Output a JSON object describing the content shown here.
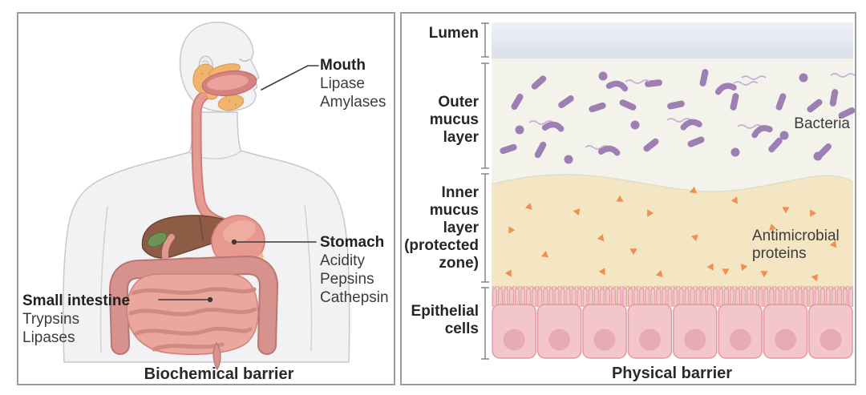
{
  "left_panel": {
    "caption": "Biochemical barrier",
    "labels": {
      "mouth": {
        "title": "Mouth",
        "items": [
          "Lipase",
          "Amylases"
        ]
      },
      "stomach": {
        "title": "Stomach",
        "items": [
          "Acidity",
          "Pepsins",
          "Cathepsin"
        ]
      },
      "small_intestine": {
        "title": "Small intestine",
        "items": [
          "Trypsins",
          "Lipases"
        ]
      }
    }
  },
  "right_panel": {
    "caption": "Physical barrier",
    "layers": {
      "lumen": "Lumen",
      "outer_mucus": "Outer\nmucus\nlayer",
      "inner_mucus": "Inner\nmucus\nlayer\n(protected\nzone)",
      "epithelial": "Epithelial\ncells"
    },
    "annotations": {
      "bacteria": "Bacteria",
      "antimicrobial": "Antimicrobial\nproteins"
    }
  },
  "colors": {
    "panel_border": "#9b9b9b",
    "bacteria": "#9d7fb3",
    "bacteria_flagellum": "#c5b0d6",
    "antimicrobial_protein": "#ef9051",
    "lumen_gradient_top": "#eef1f6",
    "lumen_gradient_bottom": "#dbe0ea",
    "outer_mucus_bg": "#f3f3eb",
    "inner_mucus_bg": "#f4e6c3",
    "epithelial_cell_fill": "#f3c6ca",
    "epithelial_cell_stroke": "#e09aa4",
    "epithelial_nucleus": "#e7abb4",
    "liver": "#8e5b45",
    "stomach": "#e8998f",
    "intestine": "#d8928d",
    "salivary_gland": "#f0b46e",
    "gallbladder": "#6f9257",
    "pancreas": "#eac26e",
    "body_fill": "#f2f2f4"
  }
}
